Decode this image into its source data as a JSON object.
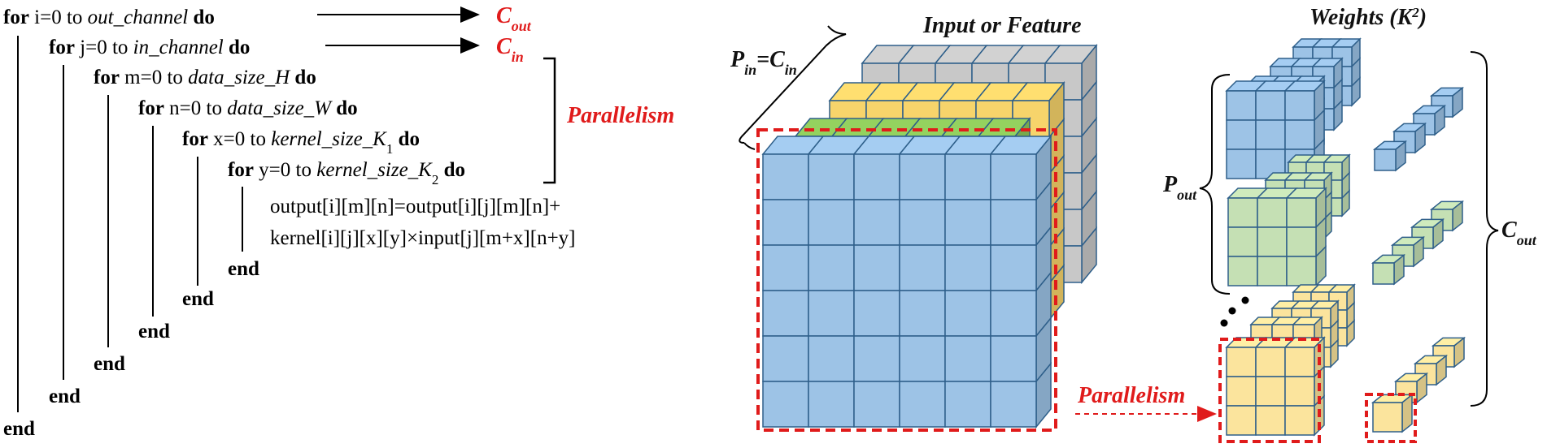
{
  "code": {
    "lines": [
      {
        "kw": "for",
        "pre": " i=0 to ",
        "var": "out_channel",
        "post": " ",
        "kw2": "do"
      },
      {
        "kw": "for",
        "pre": " j=0 to ",
        "var": "in_channel",
        "post": " ",
        "kw2": "do"
      },
      {
        "kw": "for",
        "pre": " m=0 to ",
        "var": "data_size_H",
        "post": " ",
        "kw2": "do"
      },
      {
        "kw": "for",
        "pre": " n=0 to ",
        "var": "data_size_W",
        "post": " ",
        "kw2": "do"
      },
      {
        "kw": "for",
        "pre": " x=0 to ",
        "var": "kernel_size_K",
        "sub": "1",
        "post": " ",
        "kw2": "do"
      },
      {
        "kw": "for",
        "pre": " y=0 to ",
        "var": "kernel_size_K",
        "sub": "2",
        "post": " ",
        "kw2": "do"
      }
    ],
    "body1": "output[i][m][n]=output[i][j][m][n]+",
    "body2": "kernel[i][j][x][y]×input[j][m+x][n+y]",
    "end_kw": "end"
  },
  "labels": {
    "c_out_main": "C",
    "c_out_sub": "out",
    "c_in_main": "C",
    "c_in_sub": "in",
    "parallelism_top": "Parallelism",
    "parallelism_bottom": "Parallelism",
    "input_feature": "Input or Feature",
    "weights_main": "Weights (",
    "weights_k": "K",
    "weights_exp": "2",
    "weights_close": ")",
    "p_in_main": "P",
    "p_in_sub": "in",
    "p_in_eq": "=C",
    "p_in_eq_sub": "in",
    "p_out_main": "P",
    "p_out_sub": "out",
    "c_out_right_main": "C",
    "c_out_right_sub": "out"
  },
  "colors": {
    "blue": "#9dc3e6",
    "green": "#8dc85a",
    "yellow": "#f7d46b",
    "gray": "#c8c8c8",
    "light_green": "#c5e0b4",
    "light_yellow": "#fbe49d",
    "stroke": "#2e5f8a",
    "red": "#e01b1b"
  }
}
